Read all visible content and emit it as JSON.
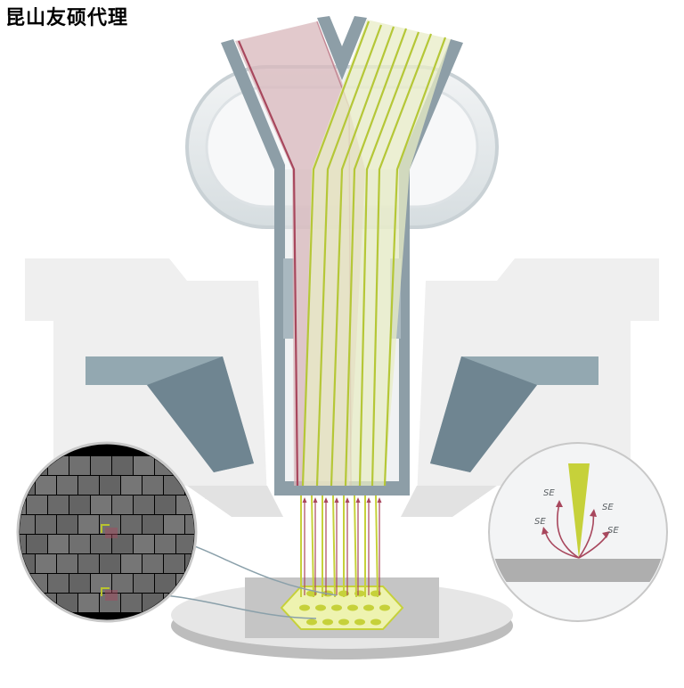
{
  "watermark": {
    "text": "昆山友硕代理"
  },
  "inset_right": {
    "labels": [
      "SE",
      "SE",
      "SE",
      "SE"
    ]
  },
  "colors": {
    "column_frame": "#8d9ea7",
    "column_inner": "#e3e7e9",
    "red_beam": "#a8475d",
    "red_beam_fill": "#d8b7bb",
    "green_beam": "#b5c737",
    "green_beam_fill": "#e8ecc6",
    "lens": "#dde2e5",
    "detector": "#93a8b1",
    "detector_dark": "#6f8591",
    "background_housing": "#efefef",
    "stage": "#e4e4e4",
    "hexagon": "#eef3b0",
    "spots": "#c6d13a",
    "sem_tile": "#6e6e6e",
    "se_arrow": "#a8475d",
    "primary_beam_cone": "#c6d13a",
    "sample_surface": "#aeaeae"
  },
  "icons": {
    "lens": "electromagnetic-lens",
    "detectors": "detector-block",
    "beam": "electron-beam",
    "sample": "wafer-stage"
  }
}
